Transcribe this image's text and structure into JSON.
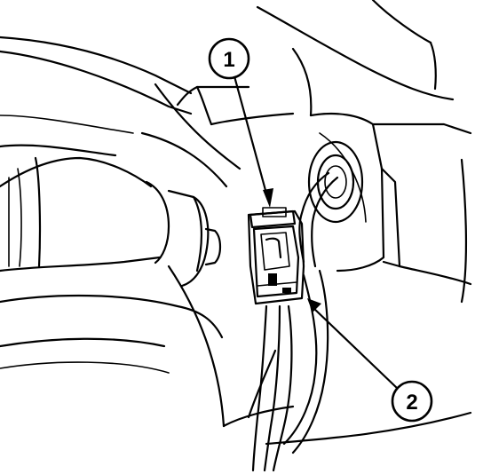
{
  "callouts": [
    {
      "id": "callout-1",
      "label": "1"
    },
    {
      "id": "callout-2",
      "label": "2"
    }
  ],
  "colors": {
    "ink": "#000000",
    "background": "#ffffff"
  }
}
